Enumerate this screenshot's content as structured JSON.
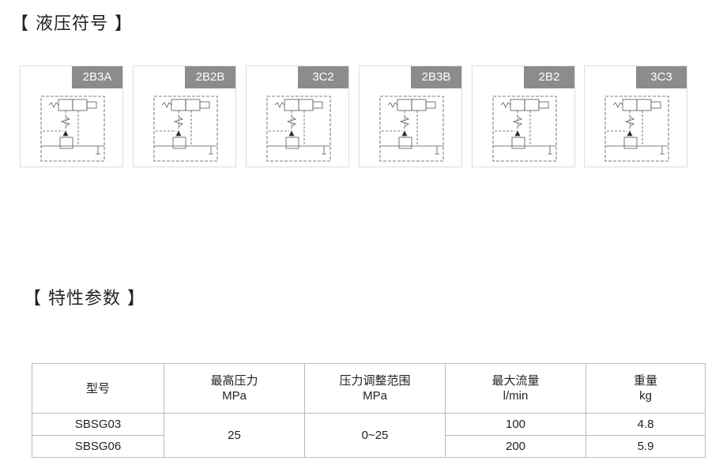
{
  "section1_title": "【 液压符号 】",
  "symbols": [
    "2B3A",
    "2B2B",
    "3C2",
    "2B3B",
    "2B2",
    "3C3"
  ],
  "section2_title": "【 特性参数 】",
  "table": {
    "headers": [
      [
        "型号",
        ""
      ],
      [
        "最高压力",
        "MPa"
      ],
      [
        "压力调整范围",
        "MPa"
      ],
      [
        "最大流量",
        "l/min"
      ],
      [
        "重量",
        "kg"
      ]
    ],
    "rows": [
      {
        "model": "SBSG03",
        "flow": "100",
        "weight": "4.8"
      },
      {
        "model": "SBSG06",
        "flow": "200",
        "weight": "5.9"
      }
    ],
    "max_pressure": "25",
    "pressure_range": "0~25"
  }
}
